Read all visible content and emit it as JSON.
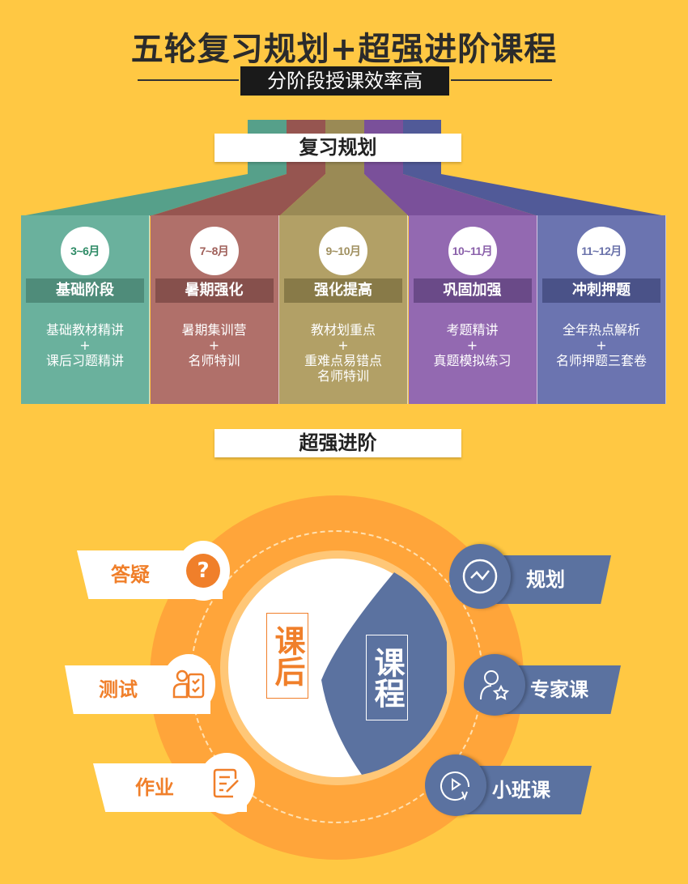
{
  "header": {
    "title": "五轮复习规划+超强进阶课程",
    "subtitle": "分阶段授课效率高"
  },
  "plan": {
    "ribbon": "复习规划",
    "stages": [
      {
        "months": "3~6月",
        "name": "基础阶段",
        "lines": [
          "基础教材精讲",
          "+",
          "课后习题精讲"
        ],
        "color": "#6AB19D",
        "dark": "#4F8C7A",
        "text": "#2E8B66"
      },
      {
        "months": "7~8月",
        "name": "暑期强化",
        "lines": [
          "暑期集训营",
          "+",
          "名师特训"
        ],
        "color": "#B0706A",
        "dark": "#86504C",
        "text": "#A0605A"
      },
      {
        "months": "9~10月",
        "name": "强化提高",
        "lines": [
          "教材划重点",
          "+",
          "重难点易错点",
          "名师特训"
        ],
        "color": "#B2A066",
        "dark": "#887A48",
        "text": "#A09060"
      },
      {
        "months": "10~11月",
        "name": "巩固加强",
        "lines": [
          "考题精讲",
          "+",
          "真题模拟练习"
        ],
        "color": "#9369B1",
        "dark": "#6A4A88",
        "text": "#8A60AA"
      },
      {
        "months": "11~12月",
        "name": "冲刺押题",
        "lines": [
          "全年热点解析",
          "+",
          "名师押题三套卷"
        ],
        "color": "#6B74B0",
        "dark": "#4A5288",
        "text": "#6A72AA"
      }
    ]
  },
  "advance": {
    "ribbon": "超强进阶",
    "left_center": "课后",
    "right_center": "课程",
    "left_items": [
      {
        "label": "答疑",
        "icon": "question-icon"
      },
      {
        "label": "测试",
        "icon": "test-person-icon"
      },
      {
        "label": "作业",
        "icon": "homework-edit-icon"
      }
    ],
    "right_items": [
      {
        "label": "规划",
        "icon": "trend-chart-icon"
      },
      {
        "label": "专家课",
        "icon": "expert-star-icon"
      },
      {
        "label": "小班课",
        "icon": "video-play-icon"
      }
    ],
    "colors": {
      "orange": "#F07F2A",
      "blue": "#5B72A0",
      "ring": "#FFA53A"
    }
  }
}
